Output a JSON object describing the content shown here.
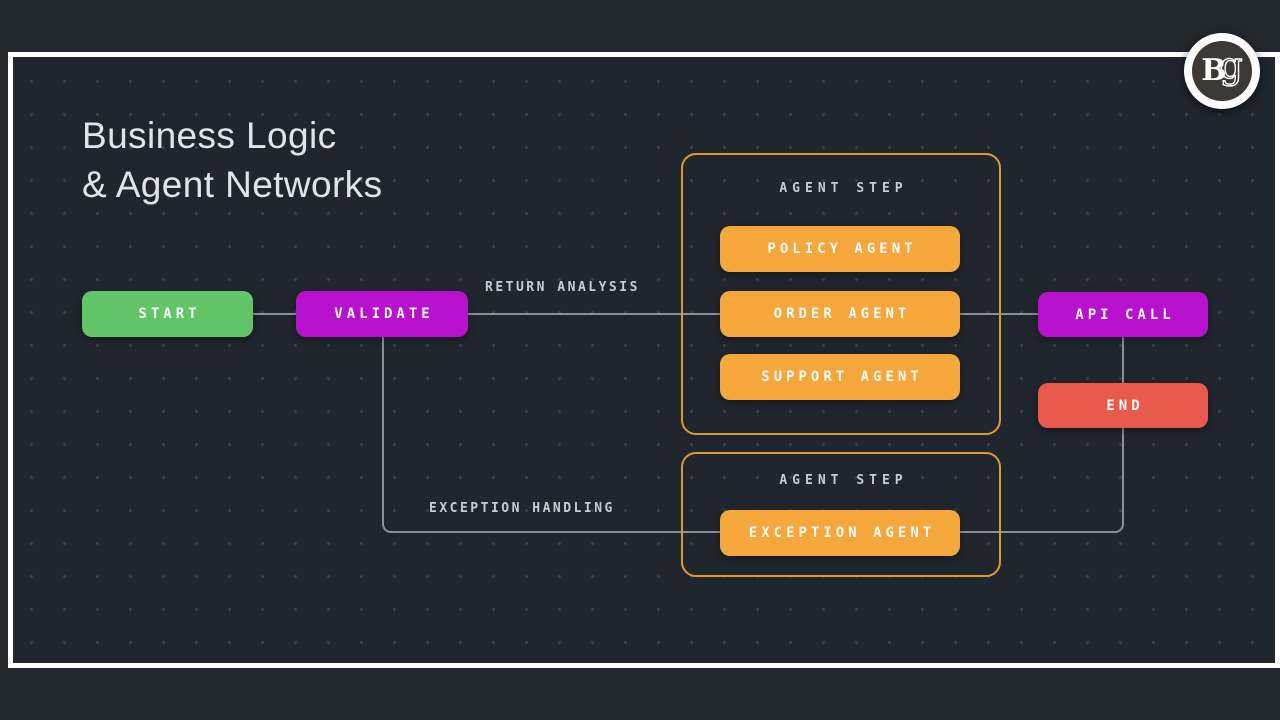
{
  "page": {
    "background": "#23272e",
    "panel_background": "#20262e",
    "frame_color": "#ffffff"
  },
  "logo": {
    "letter_bold": "B",
    "letter_light": "g"
  },
  "title": {
    "line1": "Business Logic",
    "line2": "& Agent Networks"
  },
  "diagram": {
    "nodes": {
      "start": {
        "label": "START",
        "color": "#62c669"
      },
      "validate": {
        "label": "VALIDATE",
        "color": "#b811ce"
      },
      "api_call": {
        "label": "API CALL",
        "color": "#b811ce"
      },
      "end": {
        "label": "END",
        "color": "#e95a4d"
      },
      "policy_agent": {
        "label": "POLICY AGENT",
        "color": "#f6a73b"
      },
      "order_agent": {
        "label": "ORDER AGENT",
        "color": "#f6a73b"
      },
      "support_agent": {
        "label": "SUPPORT AGENT",
        "color": "#f6a73b"
      },
      "exception_agent": {
        "label": "EXCEPTION AGENT",
        "color": "#f6a73b"
      }
    },
    "groups": {
      "agent_step_top": {
        "label": "AGENT STEP",
        "border_color": "#e09a2c"
      },
      "agent_step_bottom": {
        "label": "AGENT STEP",
        "border_color": "#e09a2c"
      }
    },
    "edge_labels": {
      "return_analysis": "RETURN ANALYSIS",
      "exception_handling": "EXCEPTION HANDLING"
    },
    "connector_color": "#8e9093"
  }
}
